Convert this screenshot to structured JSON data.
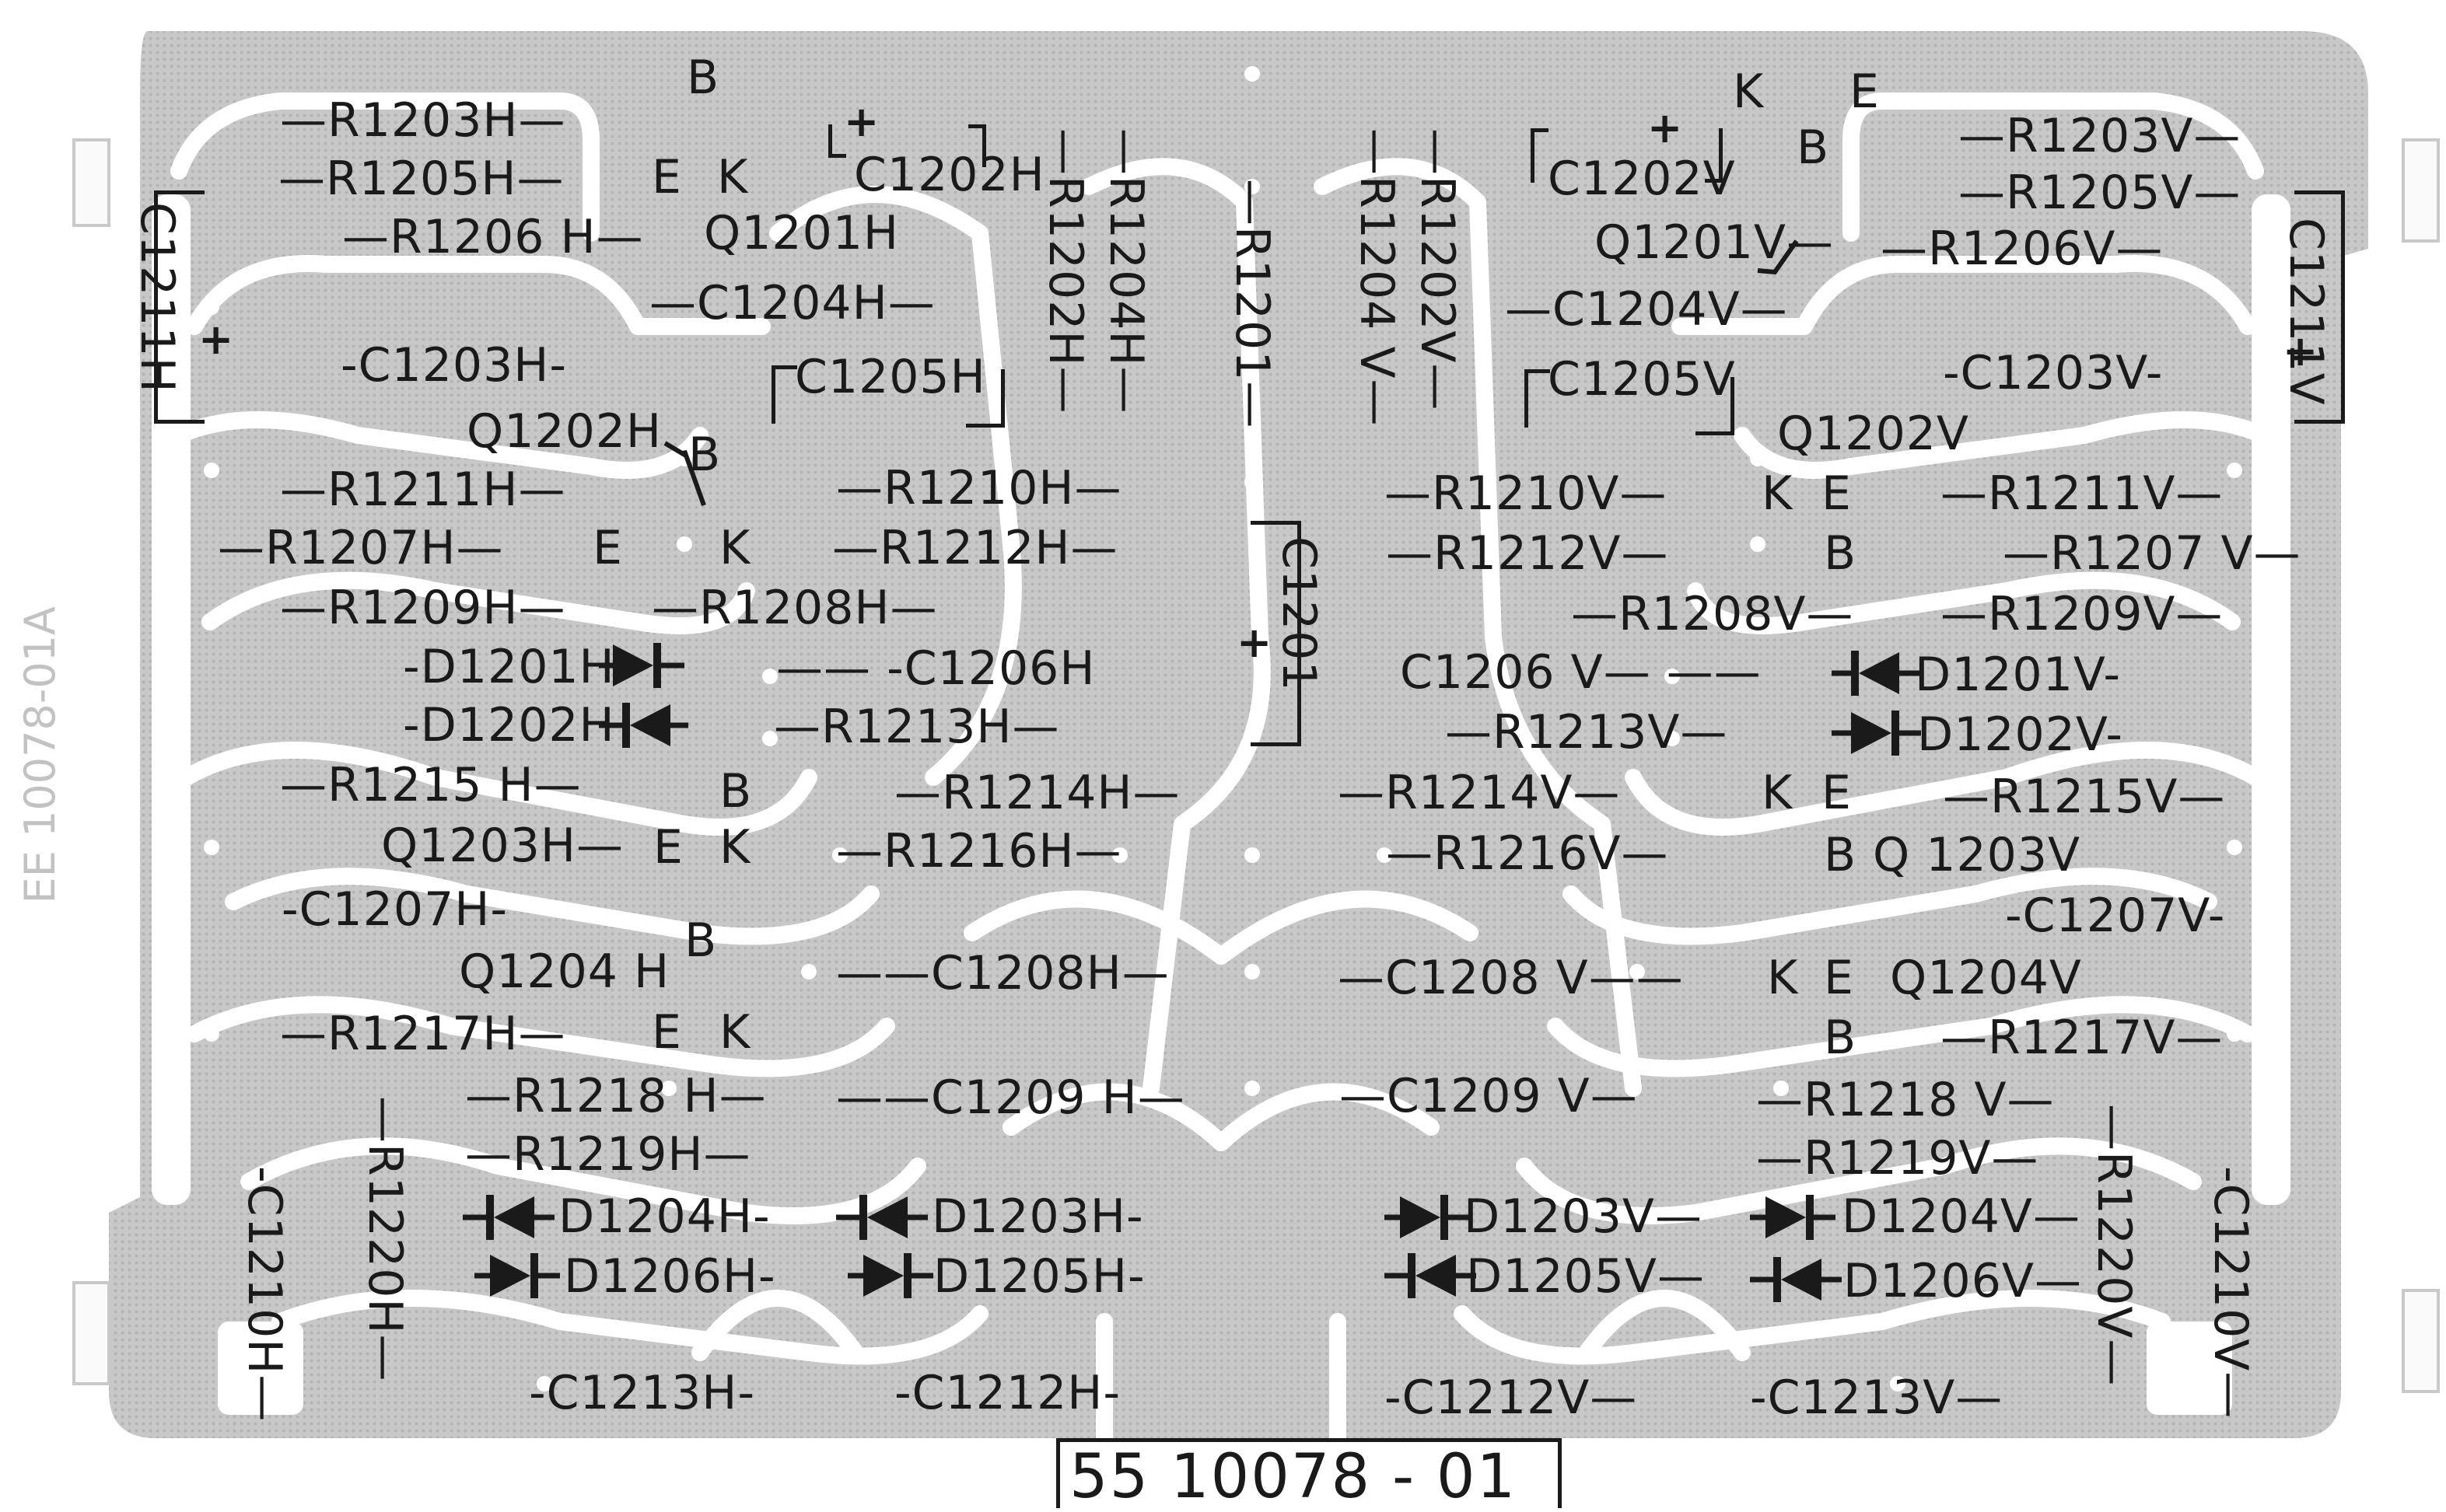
{
  "part_number": "55 10078 - 01",
  "side_marking": "EE 10078-01A",
  "plus": "+",
  "pins": {
    "b": "B",
    "e": "E",
    "k": "K"
  },
  "h": {
    "r1203": "—R1203H—",
    "r1205": "—R1205H—",
    "r1206": "—R1206 H—",
    "q1201": "Q1201H",
    "c1202": "C1202H",
    "c1204": "—C1204H—",
    "c1203": "-C1203H-",
    "c1205": "C1205H",
    "q1202": "Q1202H",
    "r1211": "—R1211H—",
    "r1207": "—R1207H—",
    "r1209": "—R1209H—",
    "r1210": "—R1210H—",
    "r1212": "—R1212H—",
    "r1208": "—R1208H—",
    "d1201": "-D1201H-",
    "d1202": "-D1202H",
    "c1206": "—— -C1206H",
    "r1213": "—R1213H—",
    "r1215": "—R1215 H—",
    "r1214": "—R1214H—",
    "q1203": "Q1203H—",
    "r1216": "—R1216H—",
    "c1207": "-C1207H-",
    "q1204": "Q1204 H",
    "c1208": "——C1208H—",
    "r1217": "—R1217H—",
    "r1218": "—R1218 H—",
    "c1209": "——C1209 H—",
    "r1219": "—R1219H—",
    "d1204": "D1204H-",
    "d1203": "D1203H-",
    "d1206": "D1206H-",
    "d1205": "D1205H-",
    "c1213": "-C1213H-",
    "c1212": "-C1212H-",
    "r1202": "—R1202H—",
    "r1204": "—R1204H—",
    "c1211": "C1211H",
    "c1210": "-C1210H—",
    "r1220": "—R1220H—"
  },
  "v": {
    "r1203": "—R1203V—",
    "r1205": "—R1205V—",
    "r1206": "—R1206V—",
    "q1201": "Q1201V—",
    "c1202": "C1202V",
    "c1204": "—C1204V—",
    "c1203": "-C1203V-",
    "c1205": "C1205V",
    "q1202": "Q1202V",
    "r1211": "—R1211V—",
    "r1207": "—R1207 V—",
    "r1209": "—R1209V—",
    "r1210": "—R1210V—",
    "r1212": "—R1212V—",
    "r1208": "—R1208V—",
    "d1201": "D1201V-",
    "d1202": "D1202V-",
    "c1206": "C1206 V— ——",
    "r1213": "—R1213V—",
    "r1215": "—R1215V—",
    "r1214": "—R1214V—",
    "q1203": "Q 1203V",
    "r1216": "—R1216V—",
    "c1207": "-C1207V-",
    "q1204": "Q1204V",
    "c1208": "—C1208 V——",
    "r1217": "—R1217V—",
    "r1218": "—R1218 V—",
    "c1209": "—C1209 V—",
    "r1219": "—R1219V—",
    "d1203": "D1203V—",
    "d1204": "D1204V—",
    "d1205": "D1205V—",
    "d1206": "D1206V—",
    "c1212": "-C1212V—",
    "c1213": "-C1213V—",
    "r1204": "—R1204 V—",
    "r1202": "—R1202V—",
    "c1211": "C1211V",
    "c1210": "-C1210V—",
    "r1220": "—R1220V—"
  },
  "common": {
    "r1201": "—R1201—",
    "c1201": "C1201"
  }
}
